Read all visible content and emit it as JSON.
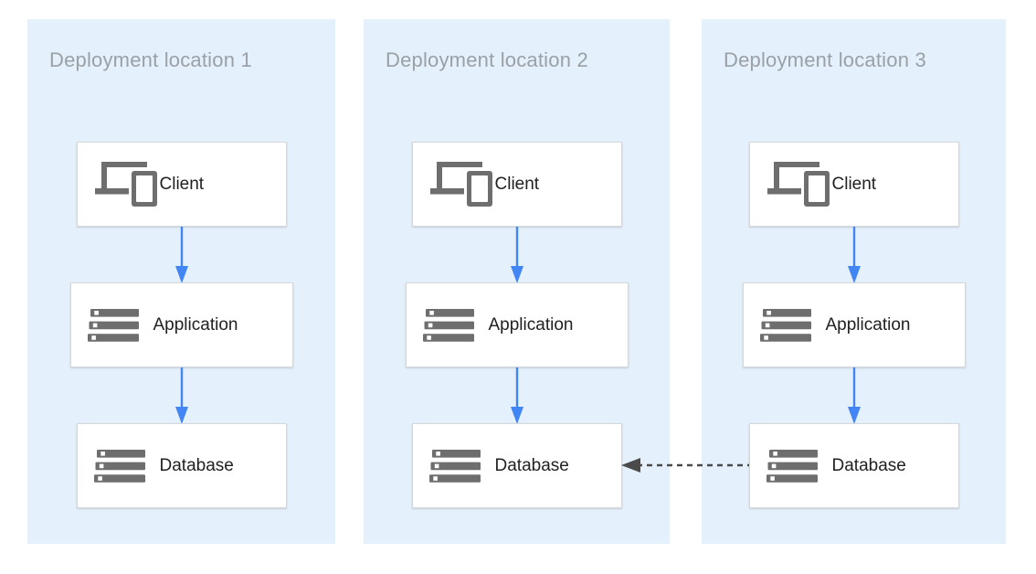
{
  "diagram": {
    "type": "architecture-diagram",
    "description": "Three deployment locations each running a Client, Application and Database tier; Database in location 3 replicates to Database in location 2"
  },
  "panels": [
    {
      "title": "Deployment location 1",
      "nodes": [
        {
          "label": "Client",
          "icon": "client-devices-icon"
        },
        {
          "label": "Application",
          "icon": "server-stack-icon"
        },
        {
          "label": "Database",
          "icon": "server-stack-icon"
        }
      ]
    },
    {
      "title": "Deployment location 2",
      "nodes": [
        {
          "label": "Client",
          "icon": "client-devices-icon"
        },
        {
          "label": "Application",
          "icon": "server-stack-icon"
        },
        {
          "label": "Database",
          "icon": "server-stack-icon"
        }
      ]
    },
    {
      "title": "Deployment location 3",
      "nodes": [
        {
          "label": "Client",
          "icon": "client-devices-icon"
        },
        {
          "label": "Application",
          "icon": "server-stack-icon"
        },
        {
          "label": "Database",
          "icon": "server-stack-icon"
        }
      ]
    }
  ],
  "edges": [
    {
      "id": "loc1-client-to-application",
      "style": "solid",
      "direction": "down"
    },
    {
      "id": "loc1-application-to-database",
      "style": "solid",
      "direction": "down"
    },
    {
      "id": "loc2-client-to-application",
      "style": "solid",
      "direction": "down"
    },
    {
      "id": "loc2-application-to-database",
      "style": "solid",
      "direction": "down"
    },
    {
      "id": "loc3-client-to-application",
      "style": "solid",
      "direction": "down"
    },
    {
      "id": "loc3-application-to-database",
      "style": "solid",
      "direction": "down"
    },
    {
      "id": "loc3-database-to-loc2-database",
      "style": "dashed",
      "direction": "left"
    }
  ],
  "colors": {
    "panel_background": "#e4f0fb",
    "node_background": "#ffffff",
    "node_border": "#d5d8db",
    "title_text": "#9aa0a6",
    "label_text": "#212121",
    "icon_gray": "#6e6e6e",
    "flow_arrow_blue": "#4285f4",
    "replication_arrow_gray": "#4a4a4a"
  }
}
